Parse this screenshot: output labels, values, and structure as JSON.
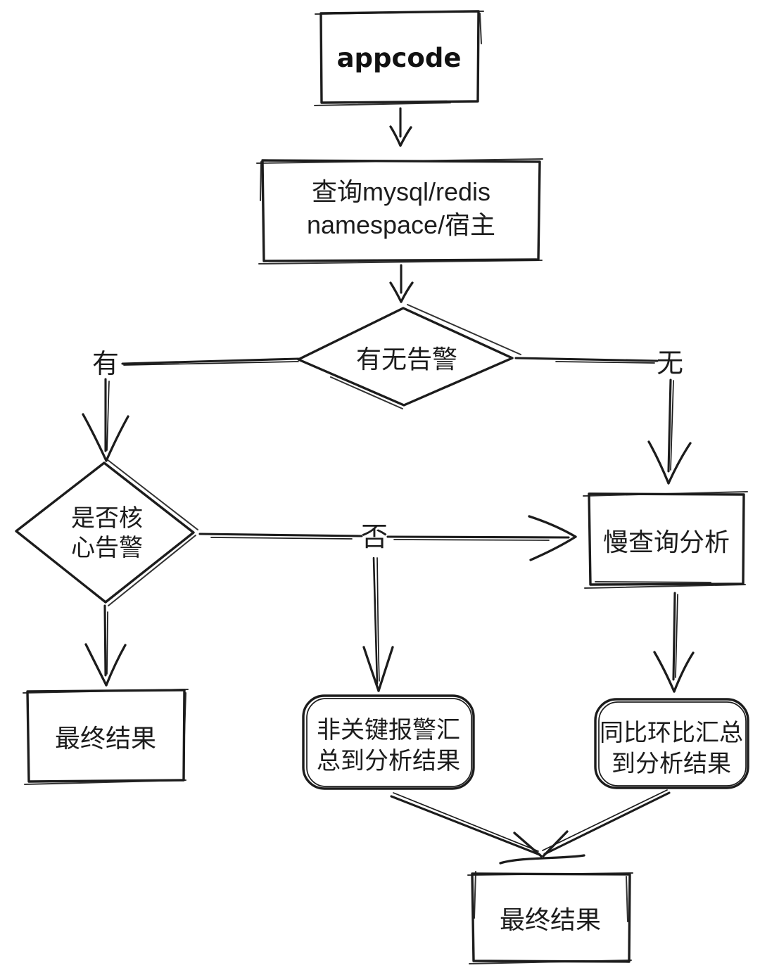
{
  "palette": {
    "ink": "#1c1c1c",
    "blue_hatch": "#7b8ff2",
    "teal_hatch": "#36c79c",
    "violet_hatch": "#9b7df6",
    "lime_hatch": "#8ed453",
    "orange_hatch": "#fbb321",
    "gray_hatch": "#9aa4b1"
  },
  "nodes": {
    "appcode": {
      "label": "appcode",
      "shape": "rectangle",
      "color": "#7b8ff2"
    },
    "query_mysql_redis": {
      "line1": "查询mysql/redis",
      "line2": "namespace/宿主",
      "shape": "rectangle",
      "color": "#36c79c"
    },
    "has_alarm": {
      "label": "有无告警",
      "shape": "diamond",
      "color": "#9b7df6"
    },
    "is_core_alarm": {
      "line1": "是否核",
      "line2": "心告警",
      "shape": "diamond",
      "color": "#36c79c"
    },
    "slow_query_analysis": {
      "label": "慢查询分析",
      "shape": "rectangle",
      "color": "#8ed453"
    },
    "final_result_left": {
      "label": "最终结果",
      "shape": "rectangle",
      "color": "#fbb321"
    },
    "noncritical_alarm_summary": {
      "line1": "非关键报警汇",
      "line2": "总到分析结果",
      "shape": "rounded-rectangle",
      "color": "#9aa4b1"
    },
    "yoy_mom_summary": {
      "line1": "同比环比汇总",
      "line2": "到分析结果",
      "shape": "rounded-rectangle",
      "color": "#9aa4b1"
    },
    "final_result_bottom": {
      "label": "最终结果",
      "shape": "rectangle",
      "color": "#fbb321"
    }
  },
  "edge_labels": {
    "yes": "有",
    "no": "无",
    "not_core": "否"
  },
  "edges": [
    {
      "from": "appcode",
      "to": "query_mysql_redis",
      "label": ""
    },
    {
      "from": "query_mysql_redis",
      "to": "has_alarm",
      "label": ""
    },
    {
      "from": "has_alarm",
      "to": "is_core_alarm",
      "label": "有"
    },
    {
      "from": "has_alarm",
      "to": "slow_query_analysis",
      "label": "无"
    },
    {
      "from": "is_core_alarm",
      "to": "final_result_left",
      "label": ""
    },
    {
      "from": "is_core_alarm",
      "to": "slow_query_analysis",
      "label": "否"
    },
    {
      "from": "is_core_alarm",
      "to": "noncritical_alarm_summary",
      "label": "否"
    },
    {
      "from": "slow_query_analysis",
      "to": "yoy_mom_summary",
      "label": ""
    },
    {
      "from": "noncritical_alarm_summary",
      "to": "final_result_bottom",
      "label": ""
    },
    {
      "from": "yoy_mom_summary",
      "to": "final_result_bottom",
      "label": ""
    }
  ]
}
